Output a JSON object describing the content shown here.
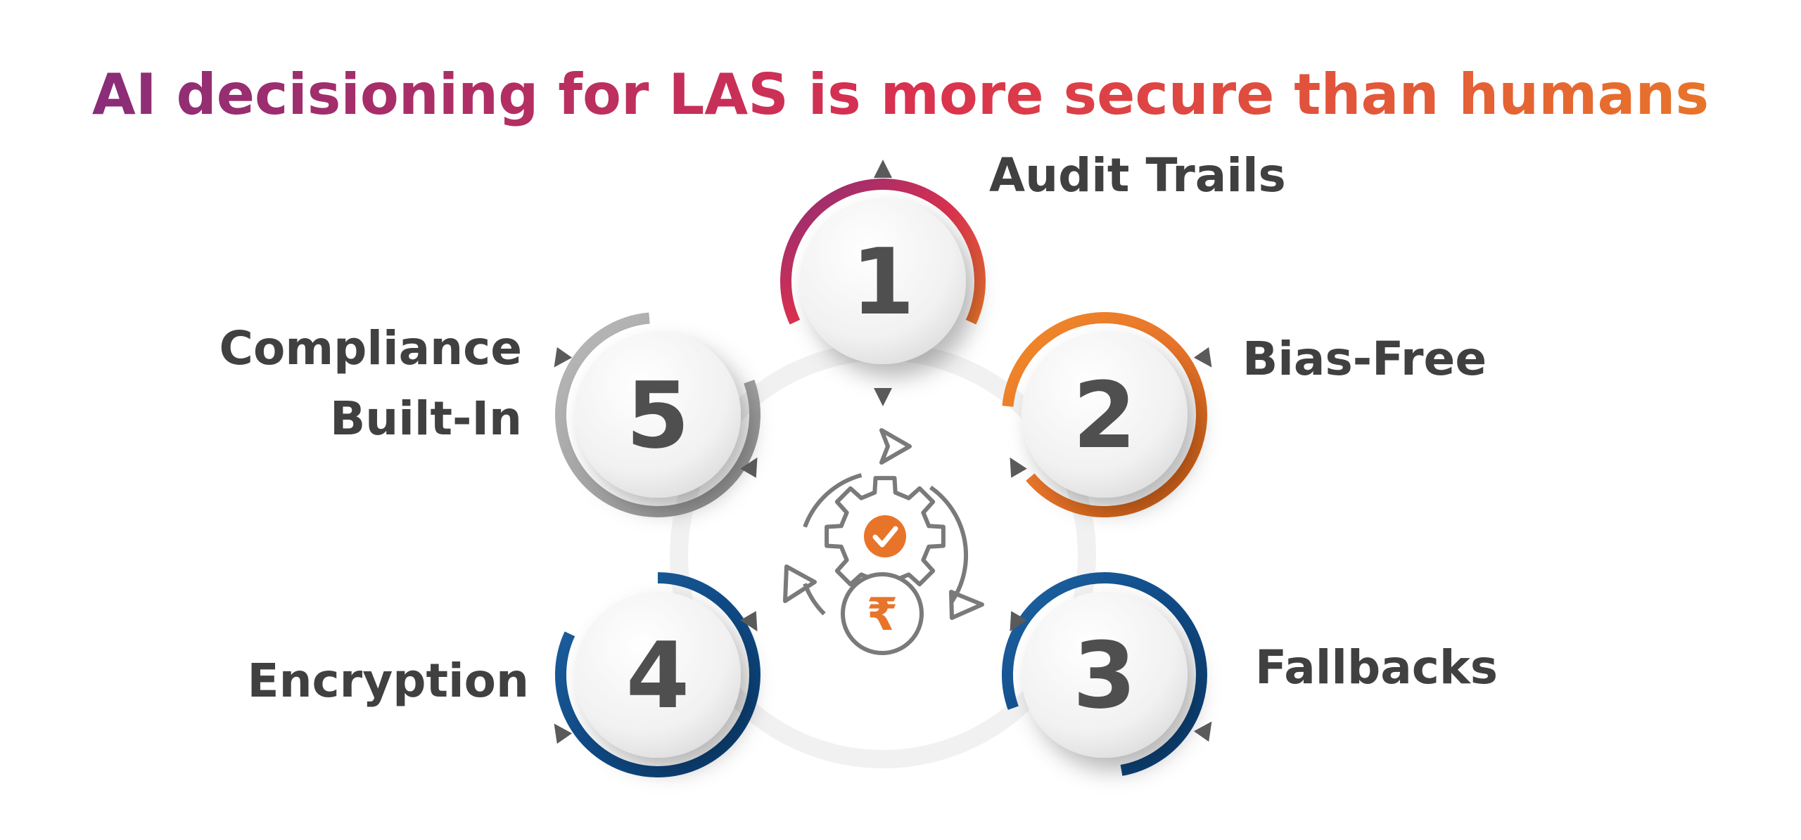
{
  "title": "AI decisioning for LAS is more secure than humans",
  "colors": {
    "title_gradient": [
      "#8a2d78",
      "#d9304f",
      "#e8742a"
    ],
    "label_text": "#404040",
    "number_text": "#4f4f4f",
    "pointer": "#5a5a5a",
    "icon_line": "#7a7a7a",
    "icon_accent": "#e8742a"
  },
  "center_icon": {
    "name": "gear-cycle-rupee-icon",
    "rupee_symbol": "₹"
  },
  "steps": [
    {
      "number": "1",
      "label_lines": [
        "Audit Trails"
      ],
      "ring_colors": [
        "#8a2d78",
        "#d9304f",
        "#e8742a"
      ]
    },
    {
      "number": "2",
      "label_lines": [
        "Bias-Free"
      ],
      "ring_colors": [
        "#f08a2a",
        "#e8742a",
        "#c45a12"
      ]
    },
    {
      "number": "3",
      "label_lines": [
        "Fallbacks"
      ],
      "ring_colors": [
        "#1f63a3",
        "#0f4a86",
        "#0b3d6e"
      ]
    },
    {
      "number": "4",
      "label_lines": [
        "Encryption"
      ],
      "ring_colors": [
        "#1f63a3",
        "#0f4a86",
        "#0b3d6e"
      ]
    },
    {
      "number": "5",
      "label_lines": [
        "Compliance",
        "Built-In"
      ],
      "ring_colors": [
        "#b9b9b9",
        "#a6a6a6",
        "#8f8f8f"
      ]
    }
  ]
}
